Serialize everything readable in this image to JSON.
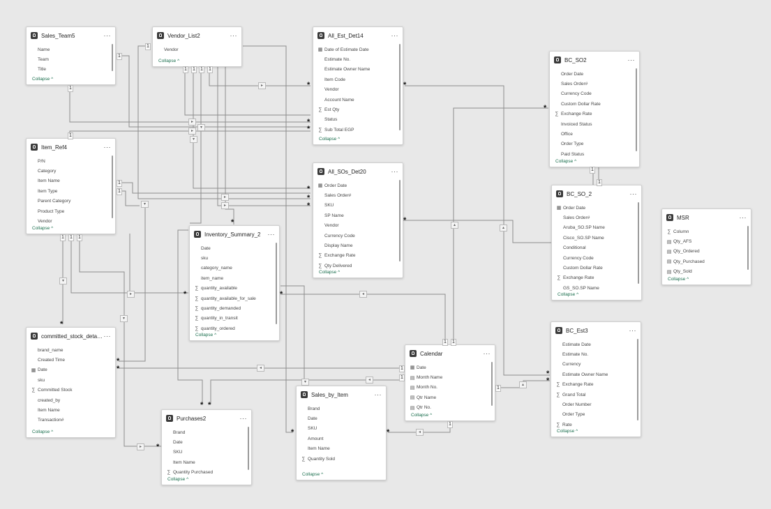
{
  "collapse_label": "Collapse ^",
  "more_label": "···",
  "tables": [
    {
      "id": "sales_team",
      "title": "Sales_Team5",
      "fields": [
        {
          "n": "Name"
        },
        {
          "n": "Team"
        },
        {
          "n": "Title"
        }
      ]
    },
    {
      "id": "vendor_list",
      "title": "Vendor_List2",
      "fields": [
        {
          "n": "Vendor"
        }
      ]
    },
    {
      "id": "all_est",
      "title": "All_Est_Det14",
      "fields": [
        {
          "n": "Date of Estimate Date",
          "g": "cal"
        },
        {
          "n": "Estimate No."
        },
        {
          "n": "Estimate Owner Name"
        },
        {
          "n": "Item Code"
        },
        {
          "n": "Vendor"
        },
        {
          "n": "Account Name"
        },
        {
          "n": "Est Qty",
          "g": "sum"
        },
        {
          "n": "Status"
        },
        {
          "n": "Sub Total EGP",
          "g": "sum"
        }
      ]
    },
    {
      "id": "bc_so2",
      "title": "BC_SO2",
      "fields": [
        {
          "n": "Order Date"
        },
        {
          "n": "Sales Order#"
        },
        {
          "n": "Currency Code"
        },
        {
          "n": "Custom Dollar Rate"
        },
        {
          "n": "Exchange Rate",
          "g": "sum"
        },
        {
          "n": "Invoiced Status"
        },
        {
          "n": "Office"
        },
        {
          "n": "Order Type"
        },
        {
          "n": "Paid Status"
        }
      ]
    },
    {
      "id": "item_ref",
      "title": "Item_Ref4",
      "fields": [
        {
          "n": "P/N"
        },
        {
          "n": "Category"
        },
        {
          "n": "Item Name"
        },
        {
          "n": "Item Type"
        },
        {
          "n": "Parent Category"
        },
        {
          "n": "Product Type"
        },
        {
          "n": "Vendor"
        }
      ]
    },
    {
      "id": "all_sos",
      "title": "All_SOs_Det20",
      "fields": [
        {
          "n": "Order Date",
          "g": "cal"
        },
        {
          "n": "Sales Order#"
        },
        {
          "n": "SKU"
        },
        {
          "n": "SP Name"
        },
        {
          "n": "Vendor"
        },
        {
          "n": "Currency Code"
        },
        {
          "n": "Display Name"
        },
        {
          "n": "Exchange Rate",
          "g": "sum"
        },
        {
          "n": "Qty Delivered",
          "g": "sum"
        }
      ]
    },
    {
      "id": "bc_so",
      "title": "BC_SO_2",
      "fields": [
        {
          "n": "Order Date",
          "g": "cal"
        },
        {
          "n": "Sales Order#"
        },
        {
          "n": "Aruba_SO.SP Name"
        },
        {
          "n": "Cisco_SO.SP Name"
        },
        {
          "n": "Conditional"
        },
        {
          "n": "Currency Code"
        },
        {
          "n": "Custom Dollar Rate"
        },
        {
          "n": "Exchange Rate",
          "g": "sum"
        },
        {
          "n": "GS_SO.SP Name"
        }
      ]
    },
    {
      "id": "msr",
      "title": "MSR",
      "fields": [
        {
          "n": "Column",
          "g": "sum"
        },
        {
          "n": "Qty_AFS",
          "g": "calc"
        },
        {
          "n": "Qty_Ordered",
          "g": "calc"
        },
        {
          "n": "Qty_Purchased",
          "g": "calc"
        },
        {
          "n": "Qty_Sold",
          "g": "calc"
        }
      ]
    },
    {
      "id": "inv",
      "title": "Inventory_Summary_2",
      "fields": [
        {
          "n": "Date"
        },
        {
          "n": "sku"
        },
        {
          "n": "category_name"
        },
        {
          "n": "item_name"
        },
        {
          "n": "quantity_available",
          "g": "sum"
        },
        {
          "n": "quantity_available_for_sale",
          "g": "sum"
        },
        {
          "n": "quantity_demanded",
          "g": "sum"
        },
        {
          "n": "quantity_in_transit",
          "g": "sum"
        },
        {
          "n": "quantity_ordered",
          "g": "sum"
        }
      ]
    },
    {
      "id": "committed",
      "title": "committed_stock_detail...",
      "fields": [
        {
          "n": "brand_name"
        },
        {
          "n": "Created Time"
        },
        {
          "n": "Date",
          "g": "cal"
        },
        {
          "n": "sku"
        },
        {
          "n": "Committed Stock",
          "g": "sum"
        },
        {
          "n": "created_by"
        },
        {
          "n": "Item Name"
        },
        {
          "n": "Transaction#"
        }
      ]
    },
    {
      "id": "calendar",
      "title": "Calendar",
      "fields": [
        {
          "n": "Date",
          "g": "cal"
        },
        {
          "n": "Month Name",
          "g": "calc"
        },
        {
          "n": "Month No.",
          "g": "calc"
        },
        {
          "n": "Qtr Name",
          "g": "calc"
        },
        {
          "n": "Qtr No.",
          "g": "calc"
        }
      ]
    },
    {
      "id": "bc_est",
      "title": "BC_Est3",
      "fields": [
        {
          "n": "Estimate Date"
        },
        {
          "n": "Estimate No."
        },
        {
          "n": "Currency"
        },
        {
          "n": "Estimate Owner Name"
        },
        {
          "n": "Exchange Rate",
          "g": "sum"
        },
        {
          "n": "Grand Total",
          "g": "sum"
        },
        {
          "n": "Order Number"
        },
        {
          "n": "Order Type"
        },
        {
          "n": "Rate",
          "g": "sum"
        }
      ]
    },
    {
      "id": "sales_item",
      "title": "Sales_by_Item",
      "fields": [
        {
          "n": "Brand"
        },
        {
          "n": "Date"
        },
        {
          "n": "SKU"
        },
        {
          "n": "Amount"
        },
        {
          "n": "Item Name"
        },
        {
          "n": "Quantity Sold",
          "g": "sum"
        }
      ]
    },
    {
      "id": "purchases",
      "title": "Purchases2",
      "fields": [
        {
          "n": "Brand"
        },
        {
          "n": "Date"
        },
        {
          "n": "SKU"
        },
        {
          "n": "Item Name"
        },
        {
          "n": "Quantity Purchased",
          "g": "sum"
        }
      ]
    }
  ],
  "cardinality": {
    "one": "1",
    "many": "*"
  }
}
